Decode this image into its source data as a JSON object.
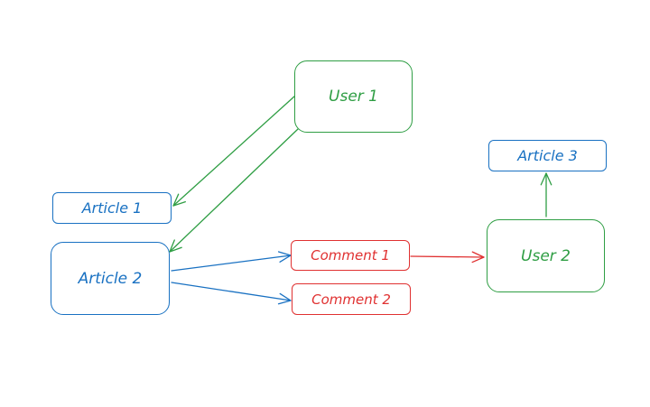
{
  "colors": {
    "green": "#2f9e44",
    "blue": "#1971c2",
    "red": "#e03131"
  },
  "nodes": {
    "user1": {
      "label": "User 1"
    },
    "article1": {
      "label": "Article 1"
    },
    "article2": {
      "label": "Article 2"
    },
    "comment1": {
      "label": "Comment 1"
    },
    "comment2": {
      "label": "Comment 2"
    },
    "user2": {
      "label": "User 2"
    },
    "article3": {
      "label": "Article 3"
    }
  },
  "edges": [
    {
      "from": "user1",
      "to": "article1",
      "color": "green"
    },
    {
      "from": "user1",
      "to": "article2",
      "color": "green"
    },
    {
      "from": "article2",
      "to": "comment1",
      "color": "blue"
    },
    {
      "from": "article2",
      "to": "comment2",
      "color": "blue"
    },
    {
      "from": "comment1",
      "to": "user2",
      "color": "red"
    },
    {
      "from": "user2",
      "to": "article3",
      "color": "green"
    }
  ]
}
